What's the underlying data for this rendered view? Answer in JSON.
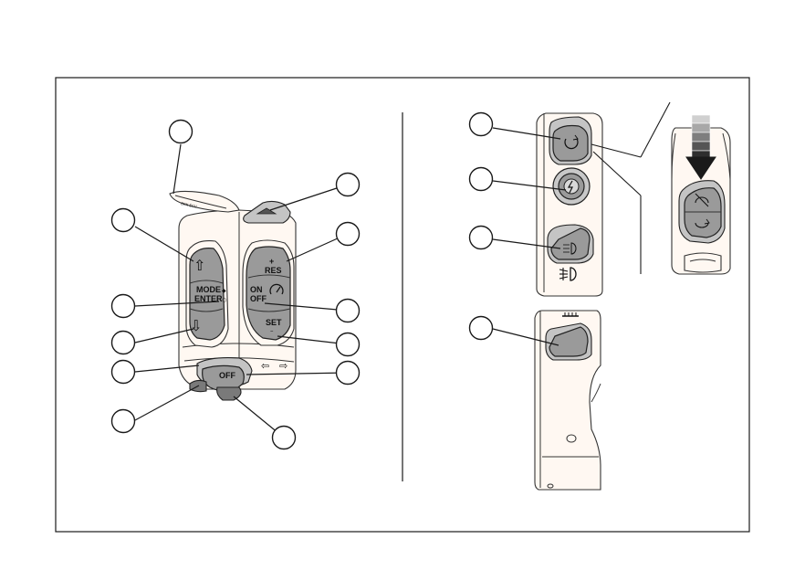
{
  "labels": {
    "plus": "+",
    "res": "RES",
    "on": "ON",
    "off": "OFF",
    "set": "SET",
    "mode": "MODE",
    "enter": "ENTER",
    "off_switch": "OFF"
  },
  "icons": {
    "up_arrow": "⇧",
    "down_arrow": "⇩",
    "left_arrow": "⇦",
    "right_arrow": "⇨",
    "cruise_icon": "speedometer-icon",
    "horn_icon": "horn-icon",
    "rotate_icon": "rotate-arrow-icon",
    "fog_light_icon": "fog-light-icon"
  },
  "colors": {
    "button_fill": "#9a9a9a",
    "housing_fill": "#fff8f2",
    "line": "#1a1a1a",
    "gradient_stripes": [
      "#d0d0d0",
      "#a8a8a8",
      "#7e7e7e",
      "#555555",
      "#2e2e2e"
    ]
  }
}
